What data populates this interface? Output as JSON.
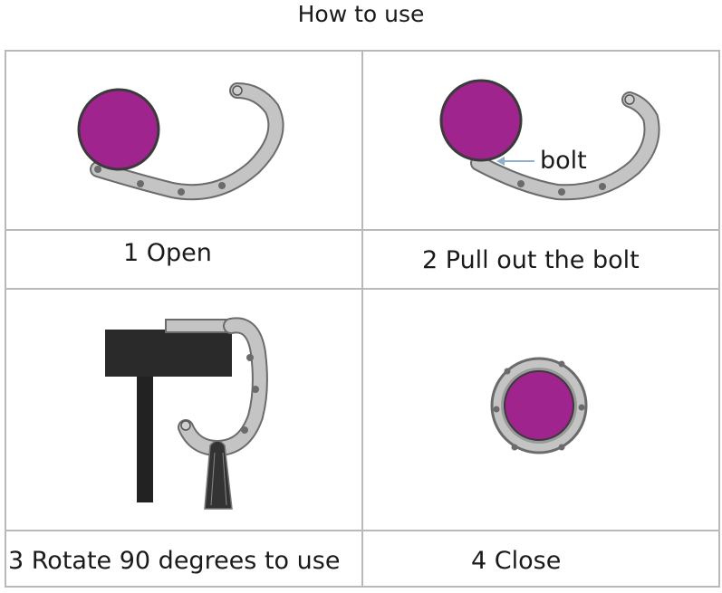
{
  "title": "How to use",
  "steps": [
    {
      "caption": "1 Open"
    },
    {
      "caption": "2 Pull out the bolt",
      "callout": "bolt"
    },
    {
      "caption": "3 Rotate 90 degrees to use"
    },
    {
      "caption": "4 Close"
    }
  ],
  "colors": {
    "disc": "#a0248e",
    "disc_edge": "#3a3a3a",
    "metal": "#c4c4c4",
    "metal_edge": "#6b6b6b",
    "table": "#2a2a2a",
    "grid": "#b9b9b9",
    "arrow": "#8fb0cc"
  }
}
